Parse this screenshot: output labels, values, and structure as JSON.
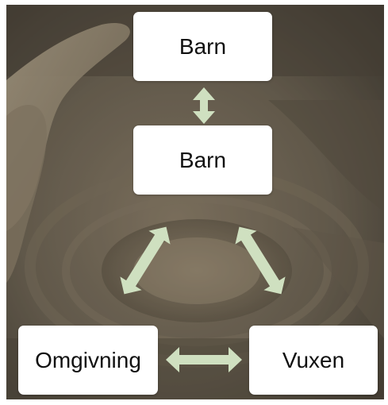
{
  "diagram": {
    "nodes": {
      "top": "Barn",
      "middle": "Barn",
      "left": "Omgivning",
      "right": "Vuxen"
    },
    "arrow_color": "#cfe0c0",
    "background_theme": "clay pottery wheel photograph (darkened)"
  }
}
